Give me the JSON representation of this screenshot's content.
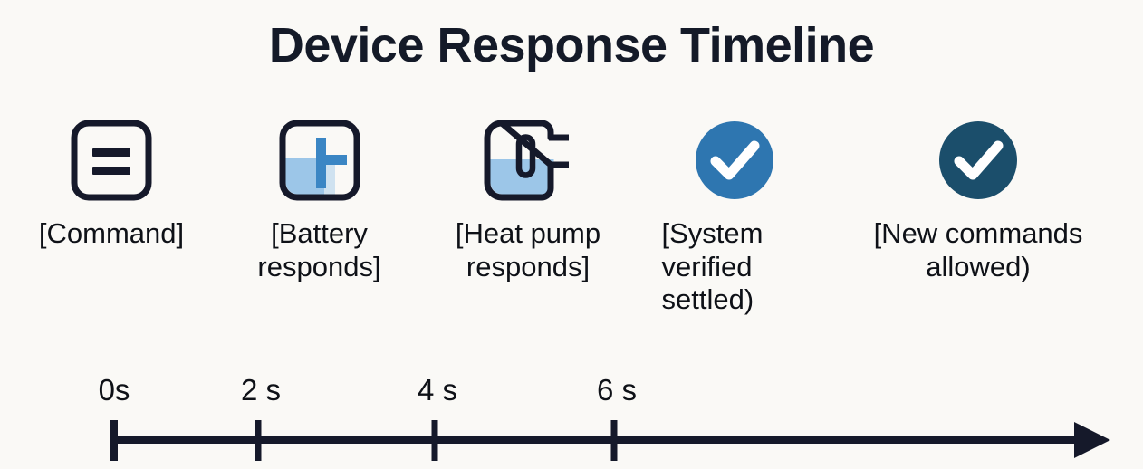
{
  "chart_data": {
    "type": "timeline",
    "title": "Device Response Timeline",
    "xlabel": "",
    "ylabel": "",
    "xlim": [
      0,
      7.4
    ],
    "axis_unit": "s",
    "grid": false,
    "tick_values": [
      0,
      2,
      4,
      6
    ],
    "tick_labels": [
      "0s",
      "2 s",
      "4 s",
      "6 s"
    ],
    "events": [
      {
        "label": "[Command]",
        "icon": "command-square-icon",
        "time_s": 0
      },
      {
        "label": "[Battery\nresponds]",
        "icon": "battery-level-icon",
        "time_s": 2
      },
      {
        "label": "[Heat pump\nresponds]",
        "icon": "heat-pump-thermometer-icon",
        "time_s": 4
      },
      {
        "label": "[System\nverified\nsettled)",
        "icon": "check-circle-blue-icon",
        "time_s": 6
      },
      {
        "label": "[New commands\nallowed)",
        "icon": "check-circle-navy-icon",
        "time_s": 7.2
      }
    ]
  },
  "header": {
    "title": "Device Response Timeline"
  },
  "milestones": [
    {
      "label": "[Command]",
      "icon_name": "command-square-icon"
    },
    {
      "label": "[Battery\nresponds]",
      "icon_name": "battery-level-icon"
    },
    {
      "label": "[Heat pump\nresponds]",
      "icon_name": "heat-pump-thermometer-icon"
    },
    {
      "label": "[System\nverified\nsettled)",
      "icon_name": "check-circle-blue-icon"
    },
    {
      "label": "[New commands\nallowed)",
      "icon_name": "check-circle-navy-icon"
    }
  ],
  "axis": {
    "ticks": [
      {
        "label": "0s"
      },
      {
        "label": "2 s"
      },
      {
        "label": "4 s"
      },
      {
        "label": "6 s"
      }
    ],
    "arrow_direction": "right"
  },
  "colors": {
    "background": "#faf9f6",
    "ink": "#12161f",
    "title": "#141a28",
    "accent_blue": "#2e76b0",
    "accent_navy": "#1b4e6b",
    "fill_light_blue": "#9cc6e8",
    "axis": "#15192a"
  }
}
